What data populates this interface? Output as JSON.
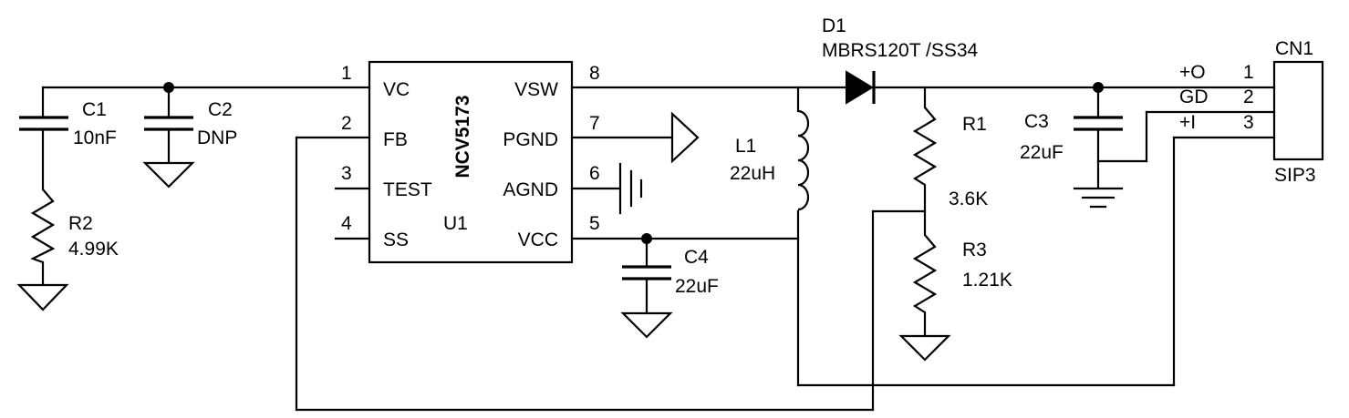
{
  "ic": {
    "ref": "U1",
    "part": "NCV5173",
    "pins": [
      {
        "num": "1",
        "name": "VC"
      },
      {
        "num": "2",
        "name": "FB"
      },
      {
        "num": "3",
        "name": "TEST"
      },
      {
        "num": "4",
        "name": "SS"
      },
      {
        "num": "8",
        "name": "VSW"
      },
      {
        "num": "7",
        "name": "PGND"
      },
      {
        "num": "6",
        "name": "AGND"
      },
      {
        "num": "5",
        "name": "VCC"
      }
    ]
  },
  "components": {
    "c1": {
      "ref": "C1",
      "value": "10nF"
    },
    "c2": {
      "ref": "C2",
      "value": "DNP"
    },
    "r2": {
      "ref": "R2",
      "value": "4.99K"
    },
    "l1": {
      "ref": "L1",
      "value": "22uH"
    },
    "d1": {
      "ref": "D1",
      "value": "MBRS120T /SS34"
    },
    "r1": {
      "ref": "R1",
      "value": "3.6K"
    },
    "r3": {
      "ref": "R3",
      "value": "1.21K"
    },
    "c3": {
      "ref": "C3",
      "value": "22uF"
    },
    "c4": {
      "ref": "C4",
      "value": "22uF"
    }
  },
  "connector": {
    "ref": "CN1",
    "type": "SIP3",
    "pins": [
      {
        "num": "1",
        "net": "+O"
      },
      {
        "num": "2",
        "net": "GD"
      },
      {
        "num": "3",
        "net": "+I"
      }
    ]
  }
}
